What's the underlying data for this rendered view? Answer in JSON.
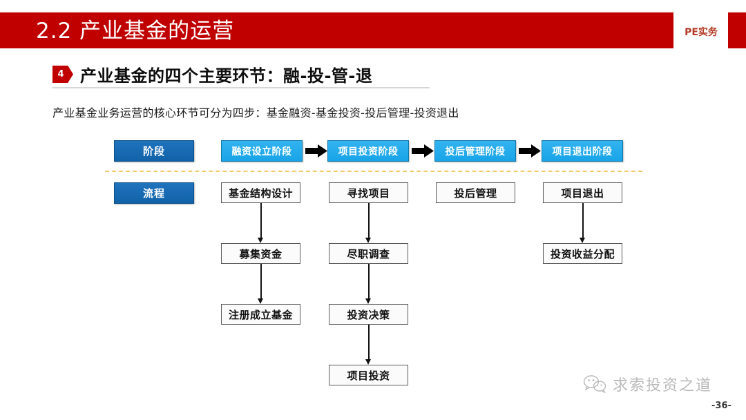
{
  "header": {
    "title": "2.2  产业基金的运营",
    "tag": "PE实务",
    "bar_color": "#c00000"
  },
  "subtitle": {
    "badge_number": "4",
    "text": "产业基金的四个主要环节：融-投-管-退"
  },
  "lead": "产业基金业务运营的核心环节可分为四步：基金融资-基金投资-投后管理-投资退出",
  "diagram": {
    "row_labels": {
      "stage": "阶段",
      "flow": "流程"
    },
    "stages": [
      "融资设立阶段",
      "项目投资阶段",
      "投后管理阶段",
      "项目退出阶段"
    ],
    "columns": [
      {
        "steps": [
          "基金结构设计",
          "募集资金",
          "注册成立基金"
        ]
      },
      {
        "steps": [
          "寻找项目",
          "尽职调查",
          "投资决策",
          "项目投资"
        ]
      },
      {
        "steps": [
          "投后管理"
        ]
      },
      {
        "steps": [
          "项目退出",
          "投资收益分配"
        ]
      }
    ],
    "colors": {
      "label_box": "#1162a8",
      "stage_box": "#18a4e8",
      "flow_box_border": "#59595c",
      "divider": "#efc96a"
    }
  },
  "footer": {
    "watermark": "求索投资之道",
    "page_number": "-36-"
  }
}
